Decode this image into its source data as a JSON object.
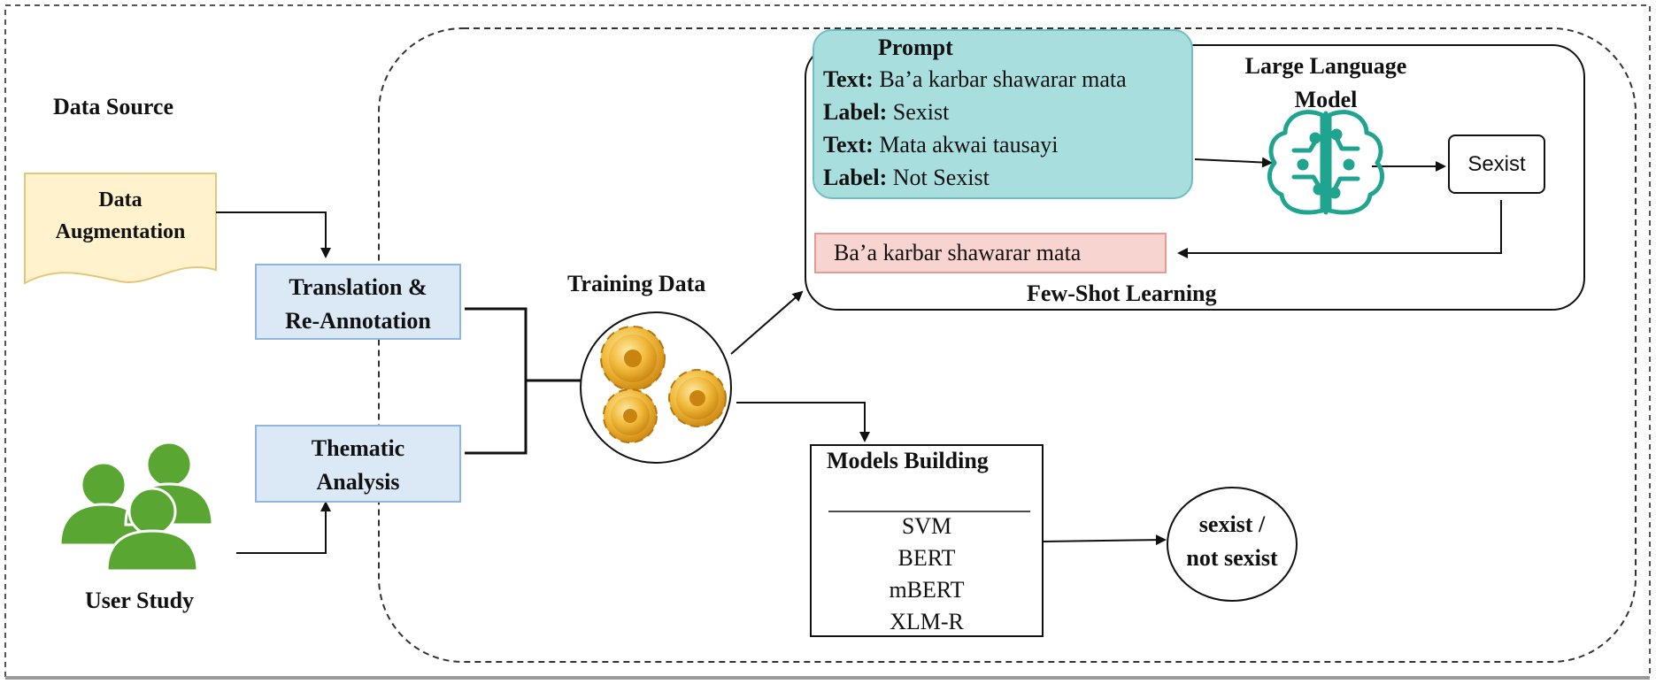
{
  "data_source": {
    "title": "Data Source",
    "augmentation_label": "Data\nAugmentation",
    "user_study_label": "User Study"
  },
  "steps": {
    "translation": "Translation &\nRe-Annotation",
    "thematic": "Thematic\nAnalysis"
  },
  "training_data": {
    "label": "Training Data"
  },
  "few_shot": {
    "title": "Few-Shot Learning",
    "prompt": {
      "title": "Prompt",
      "lines": [
        {
          "key": "Text:",
          "value": "Ba’a karbar shawarar mata"
        },
        {
          "key": "Label:",
          "value": "Sexist"
        },
        {
          "key": "Text:",
          "value": "Mata akwai tausayi"
        },
        {
          "key": "Label:",
          "value": "Not Sexist"
        }
      ]
    },
    "llm_label": "Large Language\nModel",
    "output": "Sexist",
    "query": "Ba’a karbar shawarar mata"
  },
  "models": {
    "title": "Models Building",
    "items": [
      "SVM",
      "BERT",
      "mBERT",
      "XLM-R"
    ]
  },
  "result": {
    "label": "sexist /\nnot sexist"
  },
  "colors": {
    "prompt_fill": "#a9dedf",
    "prompt_border": "#6fbfc2",
    "query_fill": "#f8d4d0",
    "query_border": "#e59a92",
    "step_fill": "#dbe9f7",
    "step_border": "#8fb6dc",
    "doc_fill": "#fff2cc",
    "doc_border": "#e6c77a",
    "user_green": "#5aa632",
    "llm_teal": "#1fa58f",
    "gear_gold": "#f0b93a"
  }
}
